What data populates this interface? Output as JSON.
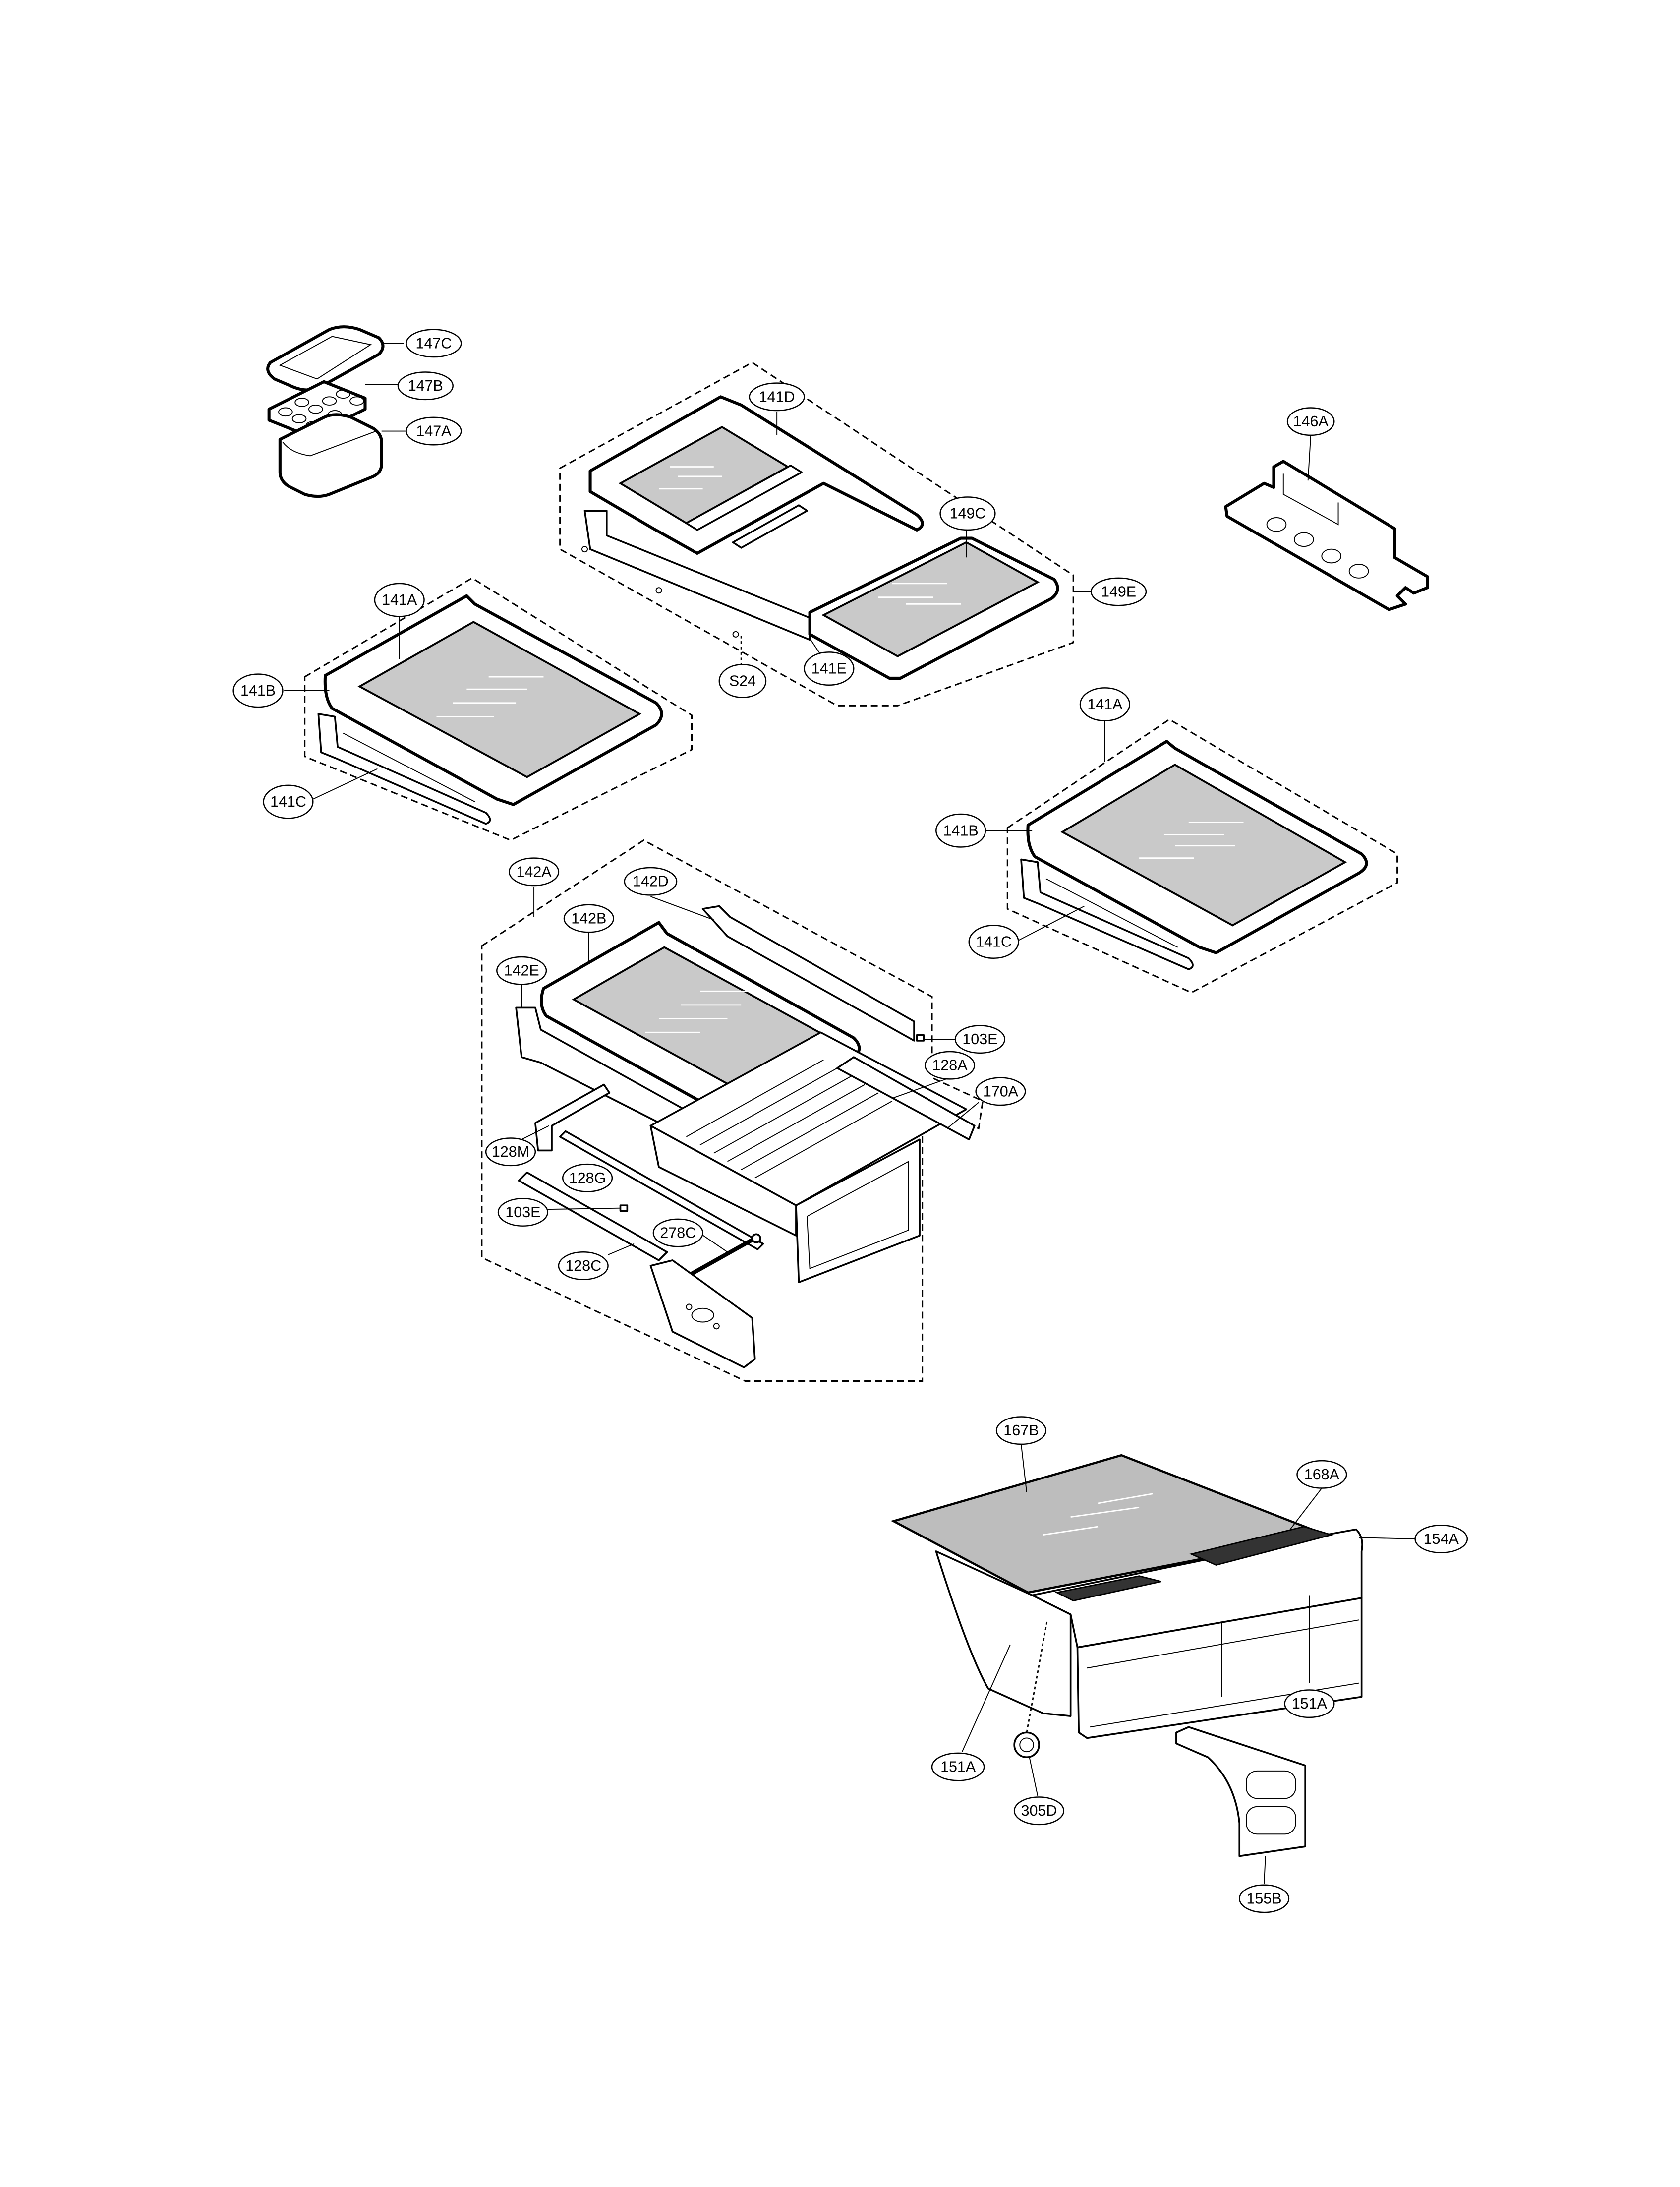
{
  "diagram": {
    "type": "exploded-parts-view",
    "subject": "Refrigerator shelves, crisper drawers and accessories"
  },
  "assemblies": {
    "egg_tray": {
      "labels": [
        "147C",
        "147B",
        "147A"
      ]
    },
    "sliding_shelf": {
      "labels": [
        "141D",
        "149C",
        "149E",
        "141E",
        "S24"
      ]
    },
    "bin_rack": {
      "labels": [
        "146A"
      ]
    },
    "left_shelf": {
      "labels": [
        "141A",
        "141B",
        "141C"
      ]
    },
    "right_shelf": {
      "labels": [
        "141A",
        "141B",
        "141C"
      ]
    },
    "pantry_drawer": {
      "labels": [
        "142A",
        "142D",
        "142B",
        "142E",
        "103E",
        "128A",
        "170A",
        "128M",
        "128G",
        "103E",
        "278C",
        "128C"
      ]
    },
    "crisper": {
      "labels": [
        "167B",
        "168A",
        "154A",
        "151A",
        "151A",
        "305D",
        "155B"
      ]
    }
  },
  "labels": {
    "l147C": "147C",
    "l147B": "147B",
    "l147A": "147A",
    "l141D": "141D",
    "l149C": "149C",
    "l149E": "149E",
    "l141E": "141E",
    "lS24": "S24",
    "l146A": "146A",
    "l141A_left": "141A",
    "l141B_left": "141B",
    "l141C_left": "141C",
    "l141A_right": "141A",
    "l141B_right": "141B",
    "l141C_right": "141C",
    "l142A": "142A",
    "l142D": "142D",
    "l142B": "142B",
    "l142E": "142E",
    "l103E_top": "103E",
    "l128A": "128A",
    "l170A": "170A",
    "l128M": "128M",
    "l128G": "128G",
    "l103E_bottom": "103E",
    "l278C": "278C",
    "l128C": "128C",
    "l167B": "167B",
    "l168A": "168A",
    "l154A": "154A",
    "l151A_left": "151A",
    "l151A_right": "151A",
    "l305D": "305D",
    "l155B": "155B"
  },
  "colors": {
    "line": "#000000",
    "glass": "#c9c9c9",
    "background": "#ffffff"
  }
}
